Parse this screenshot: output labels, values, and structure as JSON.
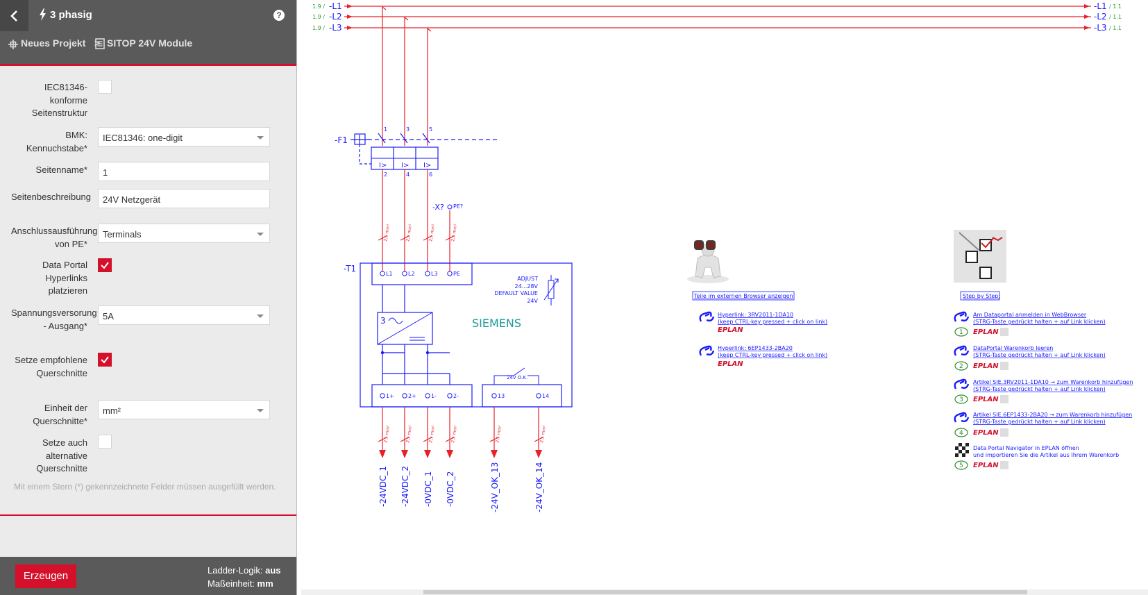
{
  "topbar": {
    "title": "3 phasig",
    "help_label": "?"
  },
  "breadcrumb": {
    "project": "Neues Projekt",
    "separator": ">",
    "module": "SITOP 24V Module"
  },
  "form": {
    "iec_label": "IEC81346-konforme Seitenstruktur",
    "bmk_label": "BMK: Kennuchstabe*",
    "bmk_value": "IEC81346: one-digit",
    "seitenname_label": "Seitenname*",
    "seitenname_value": "1",
    "seitenbeschreibung_label": "Seitenbeschreibung",
    "seitenbeschreibung_value": "24V Netzgerät",
    "pe_label": "Anschlussausführung von PE*",
    "pe_value": "Terminals",
    "dataportal_label": "Data Portal Hyperlinks platzieren",
    "spannung_label": "Spannungsversorung - Ausgang*",
    "spannung_value": "5A",
    "querschnitt_label": "Setze empfohlene Querschnitte",
    "einheit_label": "Einheit der Querschnitte*",
    "einheit_value": "mm²",
    "alt_label": "Setze auch alternative Querschnitte",
    "iec_checked": false,
    "dataportal_checked": true,
    "querschnitt_checked": true,
    "alt_checked": false
  },
  "hint": "Mit einem Stern (*) gekennzeichnete Felder müssen ausgefüllt werden.",
  "footer": {
    "create_label": "Erzeugen",
    "ladder_label": "Ladder-Logik:",
    "ladder_value": "aus",
    "unit_label": "Maßeinheit:",
    "unit_value": "mm"
  },
  "schematic": {
    "rails": [
      {
        "ref": "1.9 /",
        "name": "-L1",
        "end": "-L1",
        "end_ref": "/ 1.1"
      },
      {
        "ref": "1.9 /",
        "name": "-L2",
        "end": "-L2",
        "end_ref": "/ 1.1"
      },
      {
        "ref": "1.9 /",
        "name": "-L3",
        "end": "-L3",
        "end_ref": "/ 1.1"
      }
    ],
    "breaker_label": "-F1",
    "breaker_top_pins": [
      "1",
      "3",
      "5"
    ],
    "breaker_bottom_pins": [
      "2",
      "4",
      "6"
    ],
    "breaker_trip": "I>",
    "terminal_label": "-X?",
    "terminal_pin": "PE?",
    "wire_size": "2,5 mm²",
    "psu_label": "-T1",
    "psu_inputs": [
      "L1",
      "L2",
      "L3",
      "PE"
    ],
    "psu_adjust": [
      "ADJUST",
      "24...28V",
      "DEFAULT VALUE",
      "24V"
    ],
    "psu_phases": "3",
    "brand": "SIEMENS",
    "psu_outputs": [
      "1+",
      "2+",
      "1-",
      "2-"
    ],
    "relay_pins": [
      "13",
      "14"
    ],
    "relay_label": "24V O.K.",
    "outputs": [
      "-24VDC_1",
      "-24VDC_2",
      "-0VDC_1",
      "-0VDC_2",
      "-24V_OK_13",
      "-24V_OK_14"
    ],
    "browser_caption": "Teile im externen Browser anzeigen",
    "steps_caption": "Step by Step:",
    "links": [
      {
        "title": "Hyperlink: 3RV2011-1DA10",
        "sub": "(keep CTRL-key pressed + click on link)"
      },
      {
        "title": "Hyperlink: 6EP1433-2BA20",
        "sub": "(keep CTRL-key pressed + click on link)"
      }
    ],
    "steps": [
      {
        "num": "1",
        "title": "Am Dataportal anmelden in WebBrowser",
        "sub": "(STRG-Taste gedrückt halten + auf Link klicken)"
      },
      {
        "num": "2",
        "title": "DataPortal Warenkorb leeren",
        "sub": "(STRG-Taste gedrückt halten + auf Link klicken)"
      },
      {
        "num": "3",
        "title": "Artikel SIE.3RV2011-1DA10 → zum Warenkorb hinzufügen",
        "sub": "(STRG-Taste gedrückt halten + auf Link klicken)"
      },
      {
        "num": "4",
        "title": "Artikel SIE.6EP1433-2BA20 → zum Warenkorb hinzufügen",
        "sub": "(STRG-Taste gedrückt halten + auf Link klicken)"
      },
      {
        "num": "5",
        "title": "Data Portal Navigator in EPLAN öffnen",
        "sub": "und importieren Sie die Artikel aus Ihrem Warenkorb"
      }
    ],
    "eplan_logo": "EPLAN",
    "colors": {
      "rail": "#e8202a",
      "symbol": "#1a1aff",
      "ref": "#2c9a2c",
      "brand": "#1a9a9a",
      "sidebar_accent": "#d4102b"
    }
  }
}
